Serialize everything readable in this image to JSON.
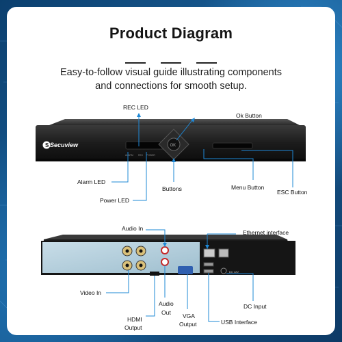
{
  "title": "Product Diagram",
  "subtitle_line1": "Easy-to-follow visual guide illustrating components",
  "subtitle_line2": "and connections for smooth setup.",
  "brand": "Secuview",
  "front_panel": {
    "rec_led": "REC LED",
    "ok_button": "Ok Button",
    "alarm_led": "Alarm LED",
    "buttons": "Buttons",
    "menu_button": "Menu Button",
    "esc_button": "ESC Button",
    "power_led": "Power LED",
    "ok_glyph": "OK",
    "led_labels": [
      "ALARM",
      "REC",
      "POWER"
    ]
  },
  "back_panel": {
    "audio_in": "Audio In",
    "ethernet_interface": "Ethernet interface",
    "video_in": "Video In",
    "audio_out_1": "Audio",
    "audio_out_2": "Out",
    "vga_output_1": "VGA",
    "vga_output_2": "Output",
    "hdmi_output_1": "HDMI",
    "hdmi_output_2": "Output",
    "dc_input": "DC Input",
    "usb_interface": "USB Interface",
    "dc_label": "DC 12V"
  },
  "colors": {
    "accent_line": "#1e88d6",
    "device_body": "#1b1b1b",
    "back_panel_plate": "#b9d3e0"
  }
}
